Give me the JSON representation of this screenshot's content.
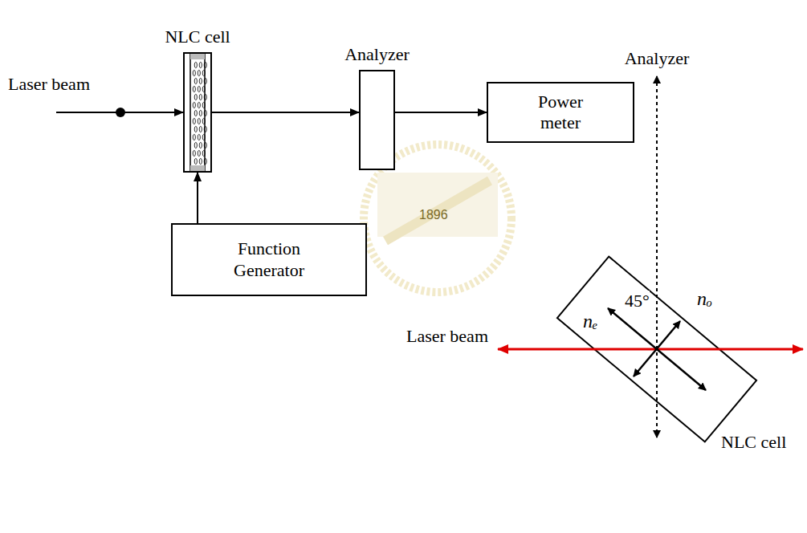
{
  "diagram": {
    "nodes": [
      {
        "text": [
          "NLC cell"
        ]
      },
      {
        "text": [
          "Analyzer"
        ]
      },
      {
        "text": [
          "Power meter"
        ]
      },
      {
        "text": [
          "Function Generator"
        ]
      }
    ],
    "edges": [
      {
        "from": 0,
        "to": 1,
        "arrow": "to"
      },
      {
        "from": 1,
        "to": 2,
        "arrow": "to"
      },
      {
        "from": 3,
        "to": 0,
        "arrow": "to"
      }
    ],
    "labels": [
      "Laser beam",
      "Analyzer",
      "nₑ",
      "45°",
      "nₒ",
      "Laser beam",
      "NLC cell",
      "1896"
    ]
  }
}
